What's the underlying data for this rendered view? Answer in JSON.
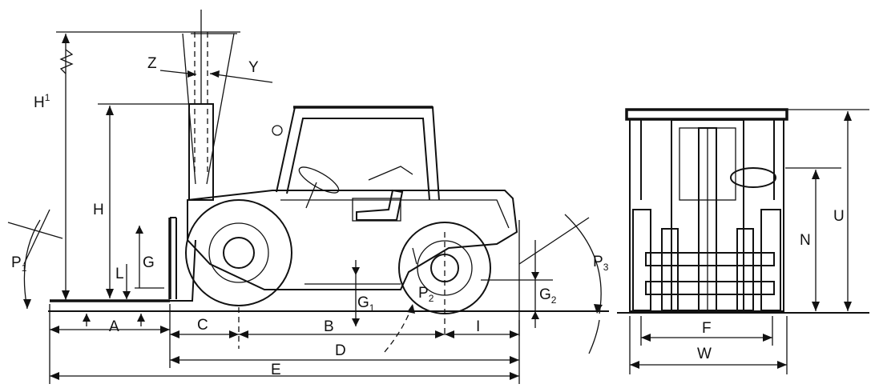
{
  "labels": {
    "H1": {
      "main": "H",
      "sub": "1"
    },
    "H": "H",
    "Z": "Z",
    "Y": "Y",
    "P1": {
      "main": "P",
      "sub": "1"
    },
    "P2": {
      "main": "P",
      "sub": "2"
    },
    "P3": {
      "main": "P",
      "sub": "3"
    },
    "L": "L",
    "G": "G",
    "G1": {
      "main": "G",
      "sub": "1"
    },
    "G2": {
      "main": "G",
      "sub": "2"
    },
    "A": "A",
    "B": "B",
    "C": "C",
    "D": "D",
    "E": "E",
    "I": "I",
    "F": "F",
    "W": "W",
    "N": "N",
    "U": "U"
  }
}
